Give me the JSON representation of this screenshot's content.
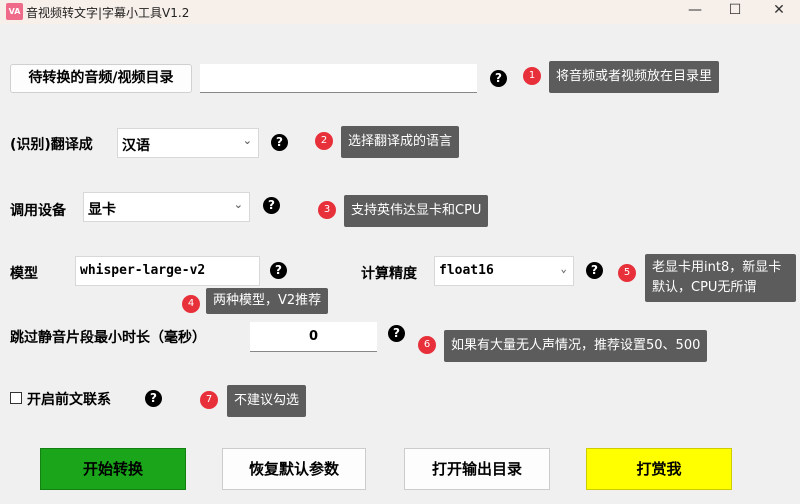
{
  "window": {
    "title": "音视频转文字|字幕小工具V1.2",
    "logo_text": "VA",
    "minimize": "—",
    "maximize": "☐",
    "close": "✕"
  },
  "dir": {
    "button": "待转换的音频/视频目录",
    "value": "",
    "tip_num": "1",
    "tip": "将音频或者视频放在目录里"
  },
  "lang": {
    "label": "(识别)翻译成",
    "value": "汉语",
    "tip_num": "2",
    "tip": "选择翻译成的语言"
  },
  "device": {
    "label": "调用设备",
    "value": "显卡",
    "tip_num": "3",
    "tip": "支持英伟达显卡和CPU"
  },
  "model": {
    "label": "模型",
    "value": "whisper-large-v2",
    "tip_num": "4",
    "tip": "两种模型，V2推荐"
  },
  "precision": {
    "label": "计算精度",
    "value": "float16",
    "tip_num": "5",
    "tip": "老显卡用int8，新显卡默认，CPU无所谓"
  },
  "silence": {
    "label": "跳过静音片段最小时长（毫秒）",
    "value": "0",
    "tip_num": "6",
    "tip": "如果有大量无人声情况，推荐设置50、500"
  },
  "context": {
    "label": "开启前文联系",
    "checked": false,
    "tip_num": "7",
    "tip": "不建议勾选"
  },
  "help_glyph": "?",
  "chevron": "⌄",
  "buttons": {
    "start": "开始转换",
    "reset": "恢复默认参数",
    "open_output": "打开输出目录",
    "donate": "打赏我"
  },
  "colors": {
    "start": "#1aa51a",
    "donate": "#ffff00",
    "tooltip": "#5c5c5c",
    "badge": "#e8303a"
  }
}
